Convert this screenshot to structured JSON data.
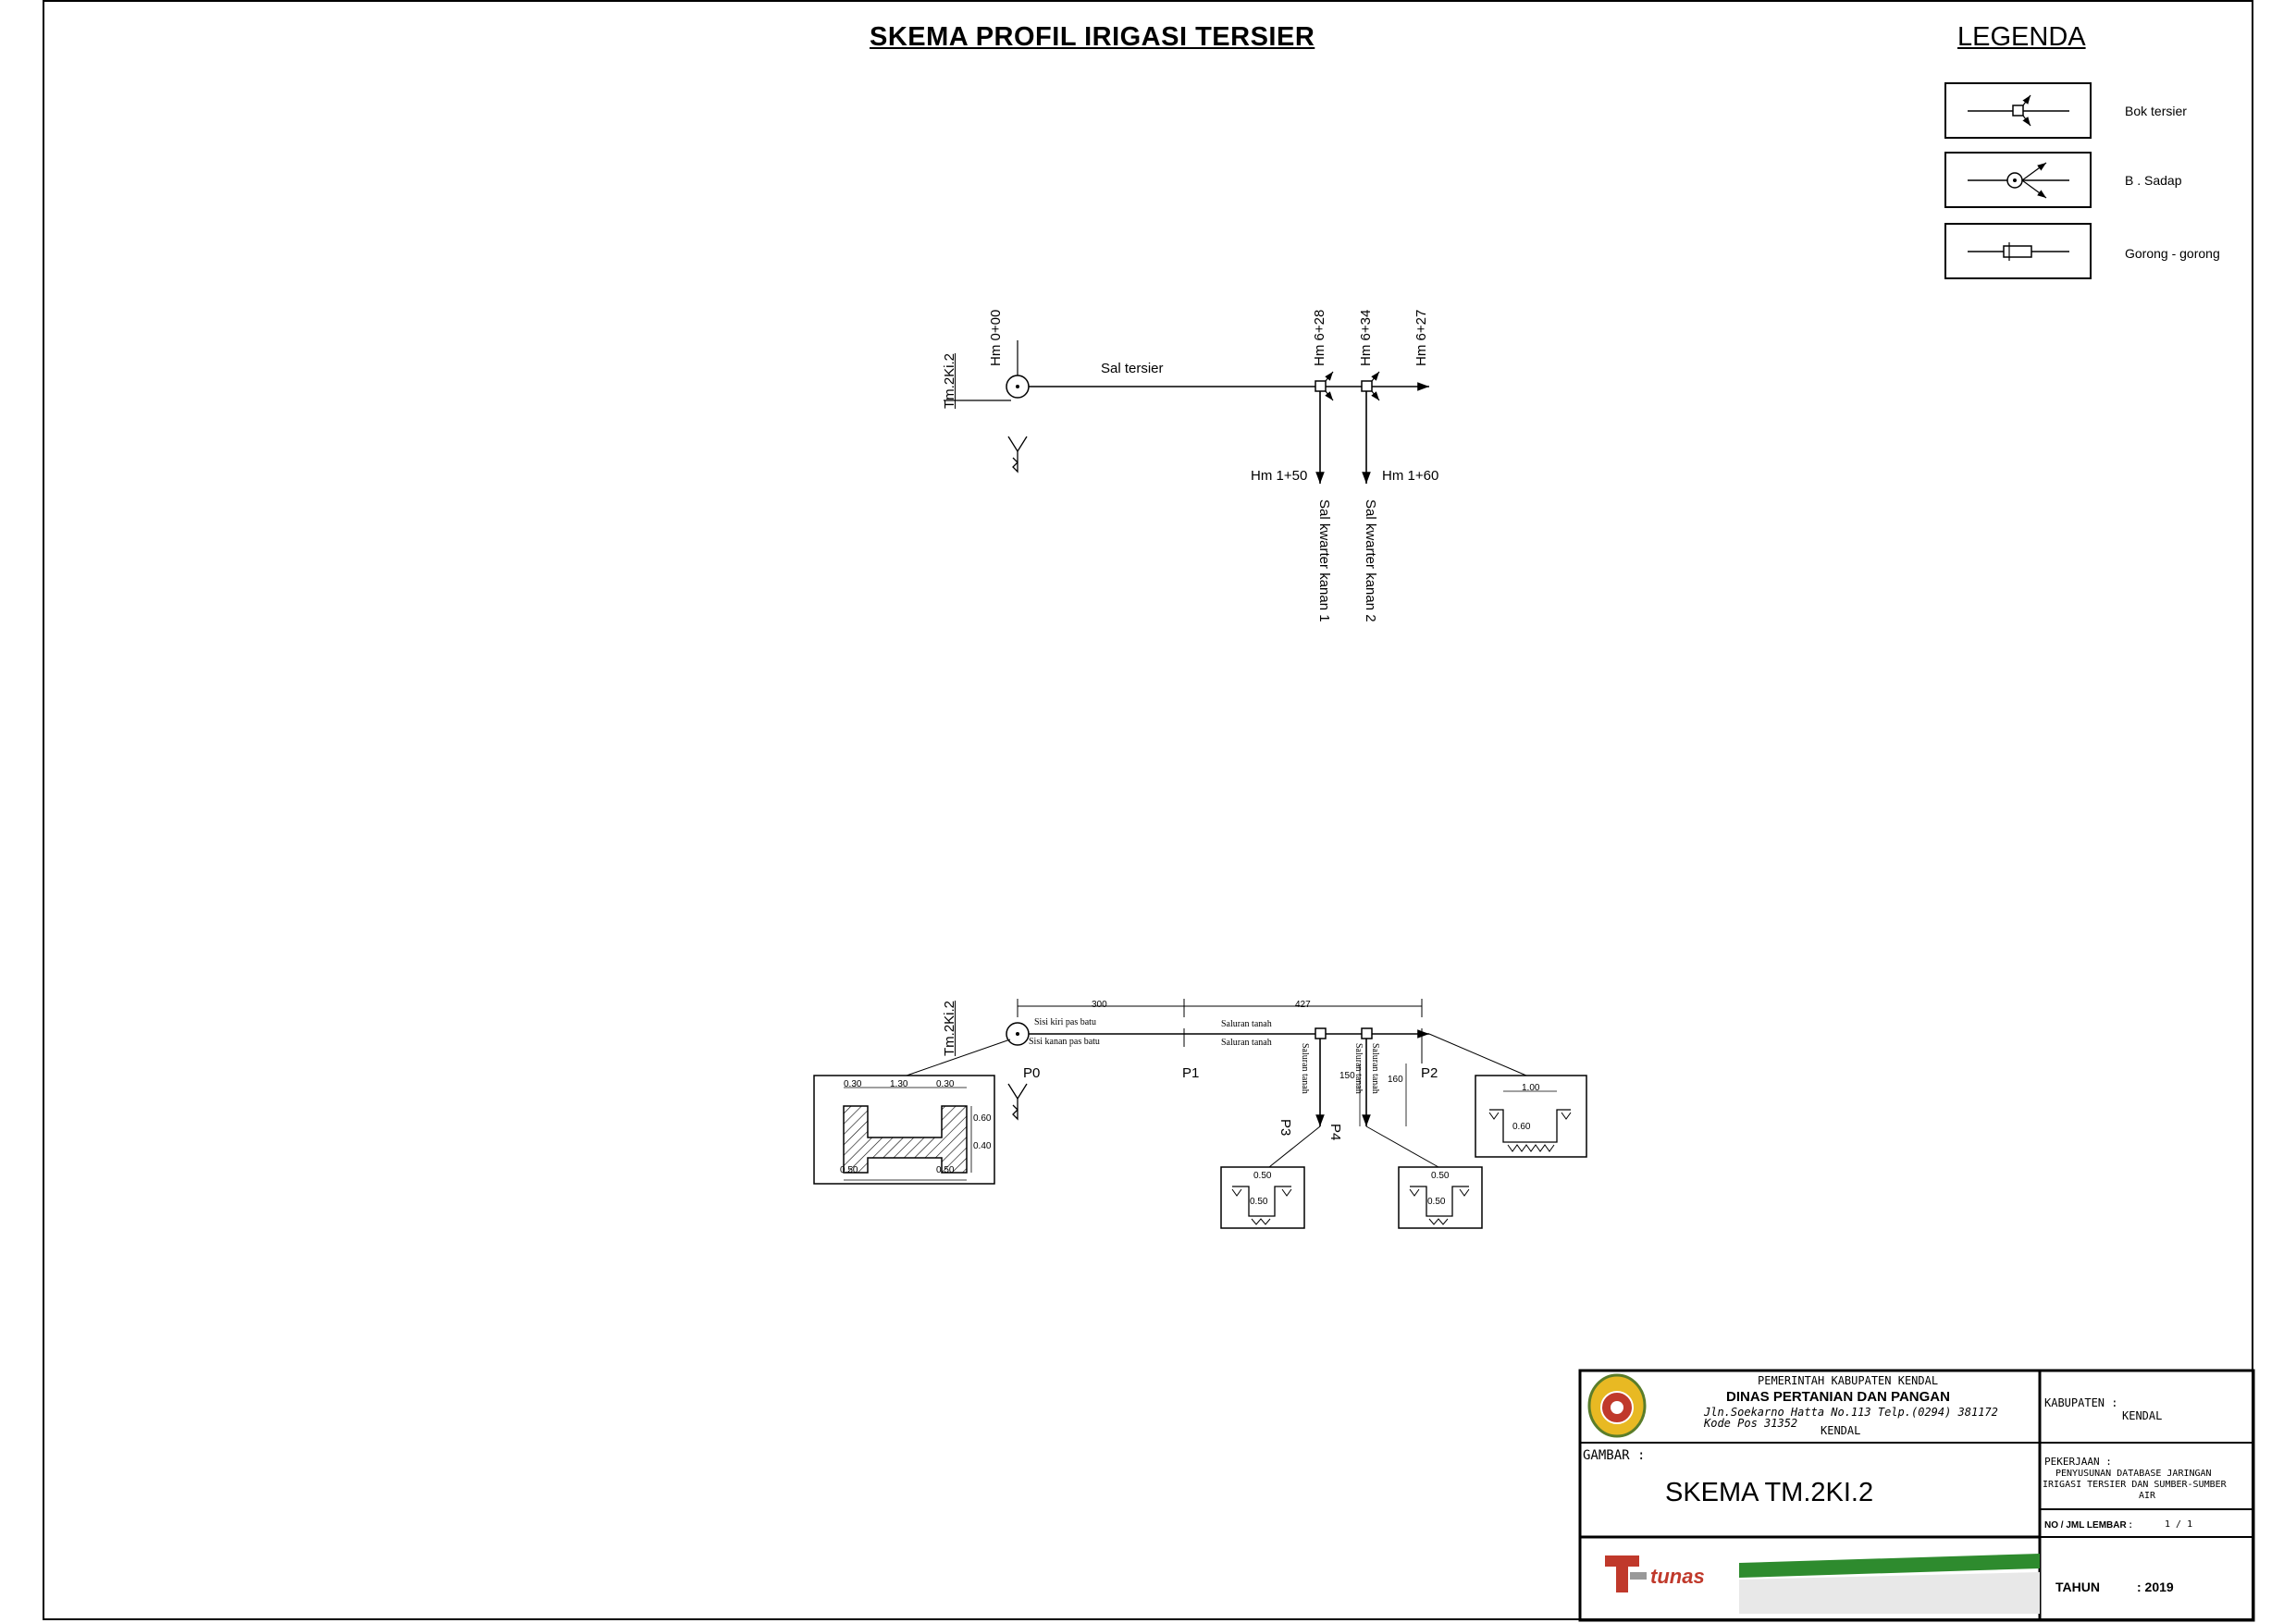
{
  "title": "SKEMA PROFIL IRIGASI TERSIER",
  "legend": {
    "title": "LEGENDA",
    "items": [
      {
        "label": "Bok tersier",
        "icon": "bok-tersier-icon"
      },
      {
        "label": "B . Sadap",
        "icon": "bangunan-sadap-icon"
      },
      {
        "label": "Gorong - gorong",
        "icon": "gorong-gorong-icon"
      }
    ]
  },
  "schema": {
    "node_label": "Tm.2Ki.2",
    "stations": [
      "Hm 0+00",
      "Hm 6+28",
      "Hm 6+34",
      "Hm 6+27"
    ],
    "main_channel": "Sal tersier",
    "branch_stations": [
      "Hm 1+50",
      "Hm 1+60"
    ],
    "branch_channels": [
      "Sal kwarter kanan 1",
      "Sal kwarter kanan 2"
    ]
  },
  "profile": {
    "node_label": "Tm.2Ki.2",
    "dims": [
      "300",
      "427"
    ],
    "left_bank_upper": "Sisi kiri pas batu",
    "left_bank_lower": "Sisi kanan pas batu",
    "earth_upper": "Saluran tanah",
    "earth_lower": "Saluran tanah",
    "branch_1": "Saluran tanah",
    "branch_2": "Saluran tanah",
    "branch_3": "Saluran tanah",
    "branch_lengths": [
      "150",
      "160"
    ],
    "points": [
      "P0",
      "P1",
      "P2",
      "P3",
      "P4"
    ],
    "section_masonry": {
      "top": [
        "0.30",
        "1.30",
        "0.30"
      ],
      "right": [
        "0.60",
        "0.40"
      ],
      "bottom": [
        "0.50",
        "0.50"
      ]
    },
    "section_p2": {
      "width": "1.00",
      "depth": "0.60"
    },
    "section_p3": {
      "width": "0.50",
      "depth": "0.50"
    },
    "section_p4": {
      "width": "0.50",
      "depth": "0.50"
    }
  },
  "title_block": {
    "agency_line1": "PEMERINTAH KABUPATEN KENDAL",
    "agency_line2": "DINAS PERTANIAN DAN PANGAN",
    "address": "Jln.Soekarno Hatta No.113 Telp.(0294) 381172",
    "postal": "Kode Pos 31352",
    "city": "KENDAL",
    "kabupaten_label": "KABUPATEN :",
    "kabupaten_value": "KENDAL",
    "gambar_label": "GAMBAR :",
    "gambar_value": "SKEMA TM.2KI.2",
    "pekerjaan_label": "PEKERJAAN :",
    "pekerjaan_value_1": "PENYUSUNAN DATABASE JARINGAN",
    "pekerjaan_value_2": "IRIGASI TERSIER DAN SUMBER-SUMBER",
    "pekerjaan_value_3": "AIR",
    "lembar_label": "NO / JML LEMBAR :",
    "lembar_value": "1 / 1",
    "tahun_label": "TAHUN",
    "tahun_value": ": 2019",
    "logo_text": "tunas",
    "accent": "#2e8b2e",
    "logo_red": "#c0392b"
  }
}
